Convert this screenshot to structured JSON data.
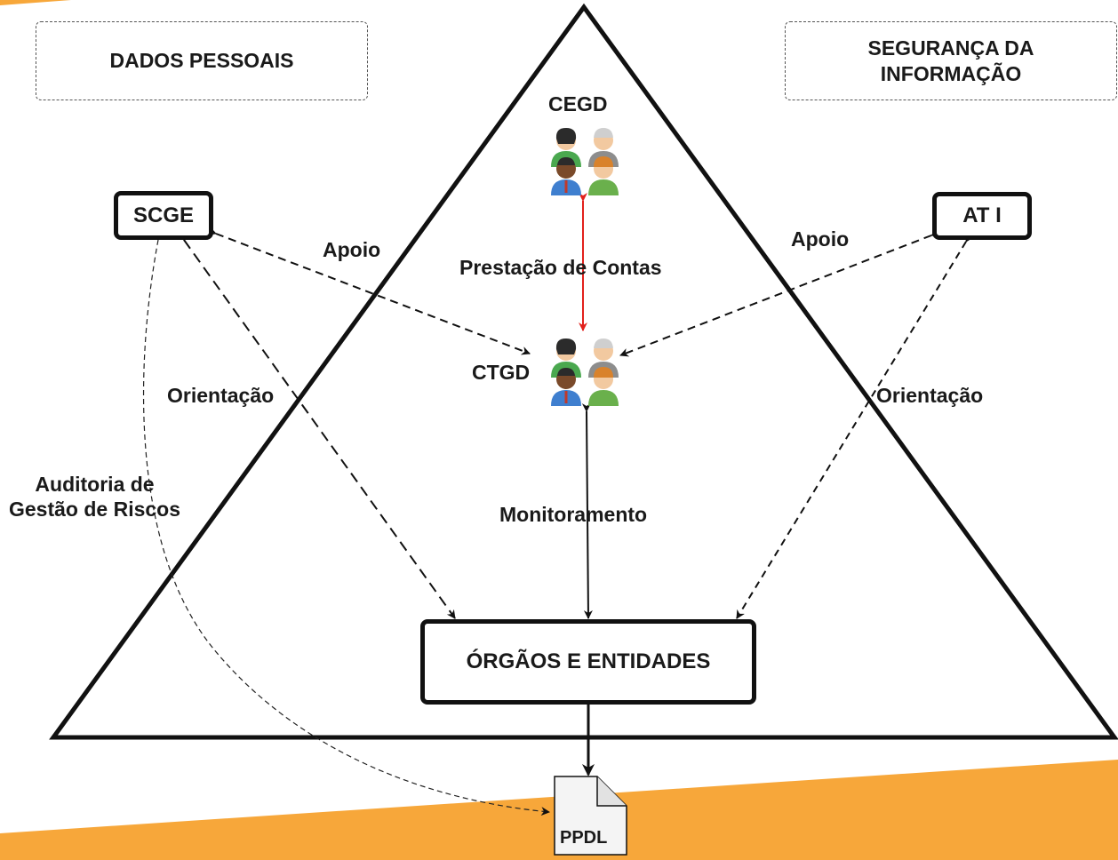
{
  "corners": {
    "left": "DADOS PESSOAIS",
    "right_line1": "SEGURANÇA DA",
    "right_line2": "INFORMAÇÃO"
  },
  "nodes": {
    "scge": "SCGE",
    "ati": "AT I",
    "cegd": "CEGD",
    "ctgd": "CTGD",
    "orgaos": "ÓRGÃOS E ENTIDADES",
    "ppdl": "PPDL"
  },
  "edges": {
    "apoio_left": "Apoio",
    "apoio_right": "Apoio",
    "prestacao": "Prestação de Contas",
    "orientacao_left": "Orientação",
    "orientacao_right": "Orientação",
    "monitoramento": "Monitoramento",
    "auditoria_line1": "Auditoria de",
    "auditoria_line2": "Gestão de Riscos"
  },
  "icons": {
    "cegd": "people-group-icon",
    "ctgd": "people-group-icon",
    "ppdl": "document-icon"
  },
  "colors": {
    "accent_orange": "#f7a73a",
    "prestacao_arrow": "#e2211c",
    "line": "#111111"
  }
}
